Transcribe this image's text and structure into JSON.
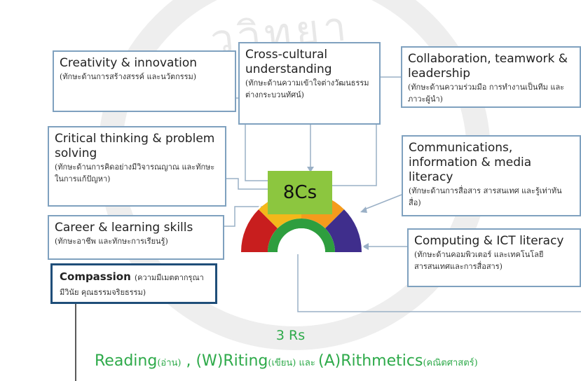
{
  "boxes": {
    "creativity": {
      "title": "Creativity & innovation",
      "thai": "(ทักษะด้านการสร้างสรรค์ และนวัตกรรม)"
    },
    "crosscultural": {
      "title": "Cross-cultural understanding",
      "thai": "(ทักษะด้านความเข้าใจต่างวัฒนธรรม ต่างกระบวนทัศน์)"
    },
    "collaboration": {
      "title": "Collaboration, teamwork & leadership",
      "thai": "(ทักษะด้านความร่วมมือ การทำงานเป็นทีม และภาวะผู้นำ)"
    },
    "critical": {
      "title": "Critical thinking & problem solving",
      "thai": "(ทักษะด้านการคิดอย่างมีวิจารณญาณ และทักษะในการแก้ปัญหา)"
    },
    "communications": {
      "title": "Communications, information & media literacy",
      "thai": "(ทักษะด้านการสื่อสาร สารสนเทศ และรู้เท่าทันสื่อ)"
    },
    "career": {
      "title": "Career & learning skills",
      "thai": "(ทักษะอาชีพ และทักษะการเรียนรู้)"
    },
    "computing": {
      "title": "Computing & ICT literacy",
      "thai": "(ทักษะด้านคอมพิวเตอร์ และเทคโนโลยีสารสนเทศและการสื่อสาร)"
    },
    "compassion": {
      "title": "Compassion",
      "thai": "(ความมีเมตตากรุณา มีวินัย คุณธรรมจริยธรรม)"
    }
  },
  "center_label": "8Cs",
  "rs": {
    "title": "3 Rs",
    "reading": "Reading",
    "reading_thai": "(อ่าน)",
    "sep1": " , ",
    "writing": "(W)Riting",
    "writing_thai": "(เขียน)",
    "and": " และ ",
    "arith": "(A)Rithmetics",
    "arith_thai": "(คณิตศาสตร์)"
  },
  "colors": {
    "accent_green": "#8cc63f",
    "text_green": "#2eaa4a",
    "box_border": "#7fa1bf",
    "arrow": "#9ab0c6"
  }
}
